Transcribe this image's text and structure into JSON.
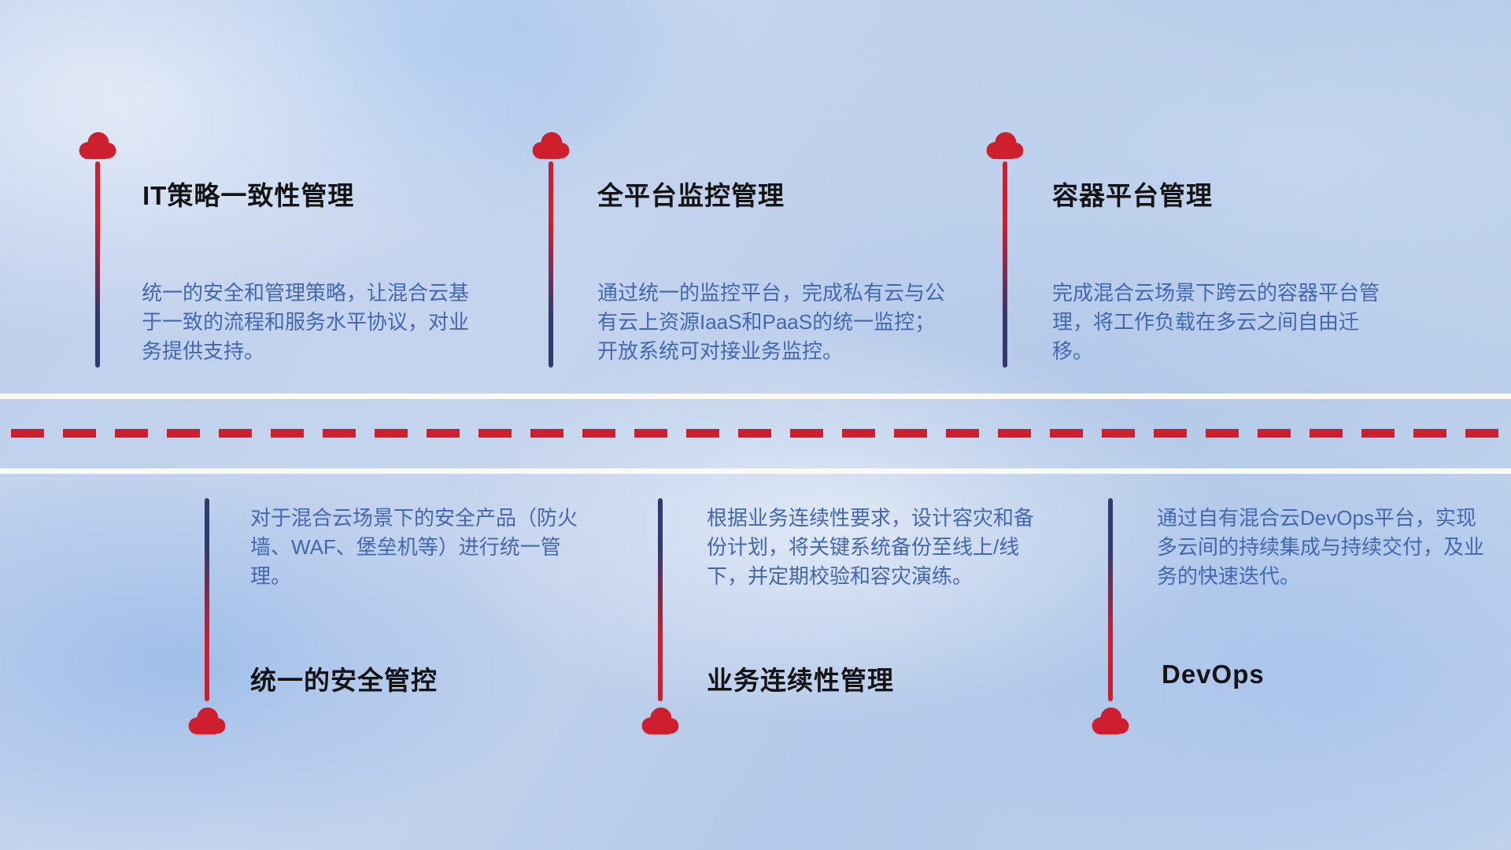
{
  "colors": {
    "accent_red": "#cd1f2e",
    "stem_blue": "#31396f",
    "desc_blue": "#4468ae",
    "title_dark": "#141414",
    "divider_white": "#fdfbf7"
  },
  "top_items": [
    {
      "title": "IT策略一致性管理",
      "desc": "统一的安全和管理策略，让混合云基于一致的流程和服务水平协议，对业务提供支持。"
    },
    {
      "title": "全平台监控管理",
      "desc": "通过统一的监控平台，完成私有云与公有云上资源IaaS和PaaS的统一监控；开放系统可对接业务监控。"
    },
    {
      "title": "容器平台管理",
      "desc": "完成混合云场景下跨云的容器平台管理，将工作负载在多云之间自由迁移。"
    }
  ],
  "bottom_items": [
    {
      "title": "统一的安全管控",
      "desc": "对于混合云场景下的安全产品（防火墙、WAF、堡垒机等）进行统一管理。"
    },
    {
      "title": "业务连续性管理",
      "desc": "根据业务连续性要求，设计容灾和备份计划，将关键系统备份至线上/线下，并定期校验和容灾演练。"
    },
    {
      "title": "DevOps",
      "desc": "通过自有混合云DevOps平台，实现多云间的持续集成与持续交付，及业务的快速迭代。"
    }
  ]
}
